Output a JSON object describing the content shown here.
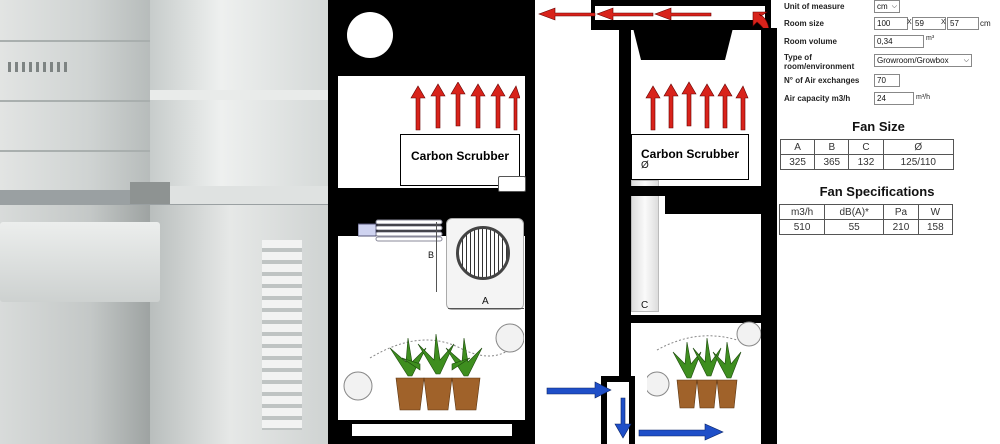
{
  "form": {
    "unit_label": "Unit of measure",
    "unit_value": "cm",
    "room_size_label": "Room size",
    "room_size": [
      "100",
      "59",
      "57"
    ],
    "room_size_sep": "X",
    "room_size_unit": "cm",
    "room_volume_label": "Room volume",
    "room_volume_value": "0,34",
    "room_volume_unit": "m³",
    "room_type_label_1": "Type of",
    "room_type_label_2": "room/environment",
    "room_type_value": "Growroom/Growbox",
    "air_exchanges_label": "N° of Air exchanges",
    "air_exchanges_value": "70",
    "air_capacity_label": "Air capacity m3/h",
    "air_capacity_value": "24",
    "air_capacity_unit": "m³/h"
  },
  "fan_size": {
    "title": "Fan Size",
    "headers": [
      "A",
      "B",
      "C",
      "Ø"
    ],
    "values": [
      "325",
      "365",
      "132",
      "125/110"
    ]
  },
  "fan_specs": {
    "title": "Fan Specifications",
    "headers": [
      "m3/h",
      "dB(A)*",
      "Pa",
      "W"
    ],
    "values": [
      "510",
      "55",
      "210",
      "158"
    ]
  },
  "diagram": {
    "filter_label": "Carbon Scrubber",
    "dim_a": "A",
    "dim_b": "B",
    "dim_c": "C",
    "dim_diameter": "Ø"
  },
  "colors": {
    "arrow_red": "#d8231b",
    "arrow_blue": "#1f4fc8",
    "plant": "#3e8e1f",
    "pot": "#a0622a"
  }
}
